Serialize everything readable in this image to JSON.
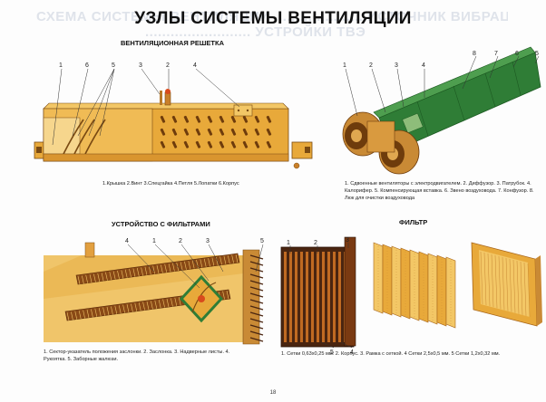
{
  "page": {
    "ghost_text": [
      "СХЕМА СИСТЕМЫ ВЕНТИЛЯЦИИ ..................... ИСТОЧНИК ВИБРАЦИ",
      "......................... УСТРОЙКИ ТВЭ"
    ],
    "title": "УЗЛЫ СИСТЕМЫ ВЕНТИЛЯЦИИ",
    "page_number": "18"
  },
  "grille": {
    "heading": "ВЕНТИЛЯЦИОННАЯ РЕШЕТКА",
    "callouts": [
      "1",
      "6",
      "5",
      "3",
      "2",
      "4"
    ],
    "caption": "1.Крышка 2.Винт 3.Спецгайка  4.Петля  5.Лопатки 6.Корпус"
  },
  "fans": {
    "callouts": [
      "1",
      "2",
      "3",
      "4",
      "8",
      "7",
      "6",
      "5"
    ],
    "caption": "1. Сдвоенные вентиляторы с электродвигателем. 2. Диффузор. 3. Патрубок. 4. Калорифер. 5. Компенсирующая вставка. 6. Звено воздуховода. 7. Конфузор. 8. Люк для очистки воздуховода"
  },
  "filters_unit": {
    "heading": "УСТРОЙСТВО С ФИЛЬТРАМИ",
    "callouts": [
      "4",
      "1",
      "2",
      "3",
      "5"
    ],
    "caption": "1. Сектор-указатель положения заслонки. 2. Заслонка. 3. Надверные листы. 4. Рукоятка. 5. Заборные жалюзи."
  },
  "filter": {
    "heading": "ФИЛЬТР",
    "callouts": [
      "1",
      "2",
      "3",
      "5",
      "4"
    ],
    "caption": "1. Сетки 0,63х0,25 мм. 2. Корпус. 3. Рамка с сеткой. 4 Сетки 2,5х0,5 мм. 5 Сетки 1,2х0,32 мм."
  },
  "colors": {
    "wood": "#e8a93a",
    "wood_light": "#f3c766",
    "wood_dark": "#a8661b",
    "duct_green": "#2f7d36",
    "duct_green_dark": "#1d5a22",
    "filter_dark": "#4a2510",
    "mesh_light": "#f1c26a"
  }
}
